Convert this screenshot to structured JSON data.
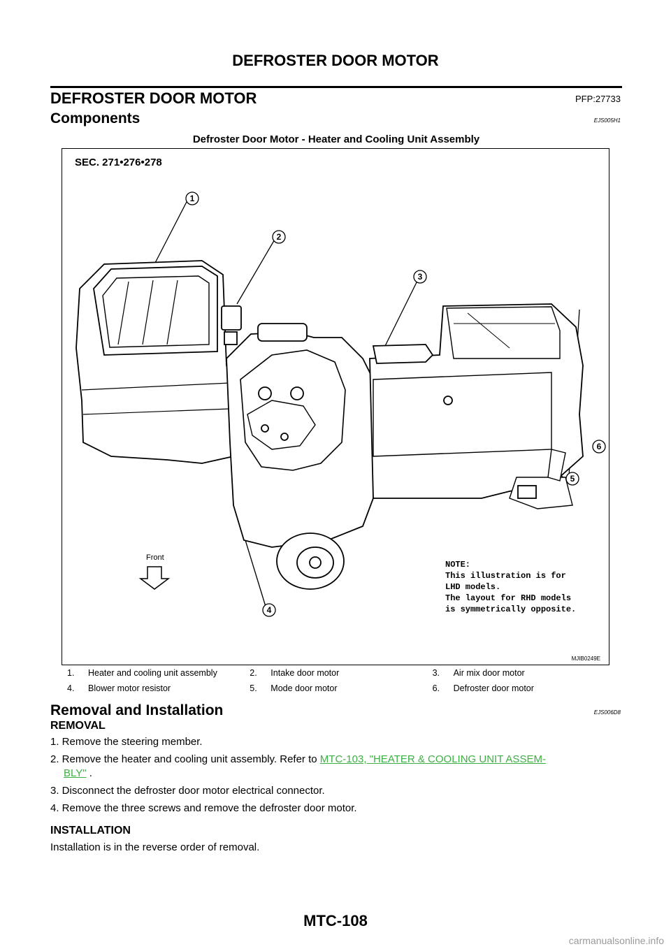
{
  "header": {
    "title": "DEFROSTER DOOR MOTOR"
  },
  "section": {
    "title": "DEFROSTER DOOR MOTOR",
    "pfp": "PFP:27733"
  },
  "components": {
    "title": "Components",
    "code": "EJS005H1"
  },
  "figure": {
    "caption": "Defroster Door Motor - Heater and Cooling Unit Assembly",
    "sec_label": "SEC. 271•276•278",
    "front_label": "Front",
    "note_lines": [
      "NOTE:",
      "This illustration is for",
      "LHD  models.",
      "The layout for RHD models",
      "is symmetrically opposite."
    ],
    "image_code": "MJIB0249E",
    "callouts": [
      "1",
      "2",
      "3",
      "4",
      "5",
      "6"
    ]
  },
  "legend": [
    [
      "1.",
      "Heater and cooling unit assembly",
      "2.",
      "Intake door motor",
      "3.",
      "Air mix door motor"
    ],
    [
      "4.",
      "Blower motor resistor",
      "5.",
      "Mode door motor",
      "6.",
      "Defroster door motor"
    ]
  ],
  "removal_installation": {
    "title": "Removal and Installation",
    "code": "EJS006D8"
  },
  "removal": {
    "title": "REMOVAL",
    "step1": "1.  Remove the steering member.",
    "step2_text": "2.  Remove the heater and cooling unit assembly. Refer to ",
    "step2_link_a": "MTC-103, \"HEATER & COOLING UNIT ASSEM-",
    "step2_link_b": "BLY\"",
    "step2_tail": " .",
    "step3": "3.  Disconnect the defroster door motor electrical connector.",
    "step4": "4.  Remove the three screws and remove the defroster door motor."
  },
  "installation": {
    "title": "INSTALLATION",
    "text": "Installation is in the reverse order of removal."
  },
  "footer": {
    "page": "MTC-108"
  },
  "watermark": "carmanualsonline.info"
}
